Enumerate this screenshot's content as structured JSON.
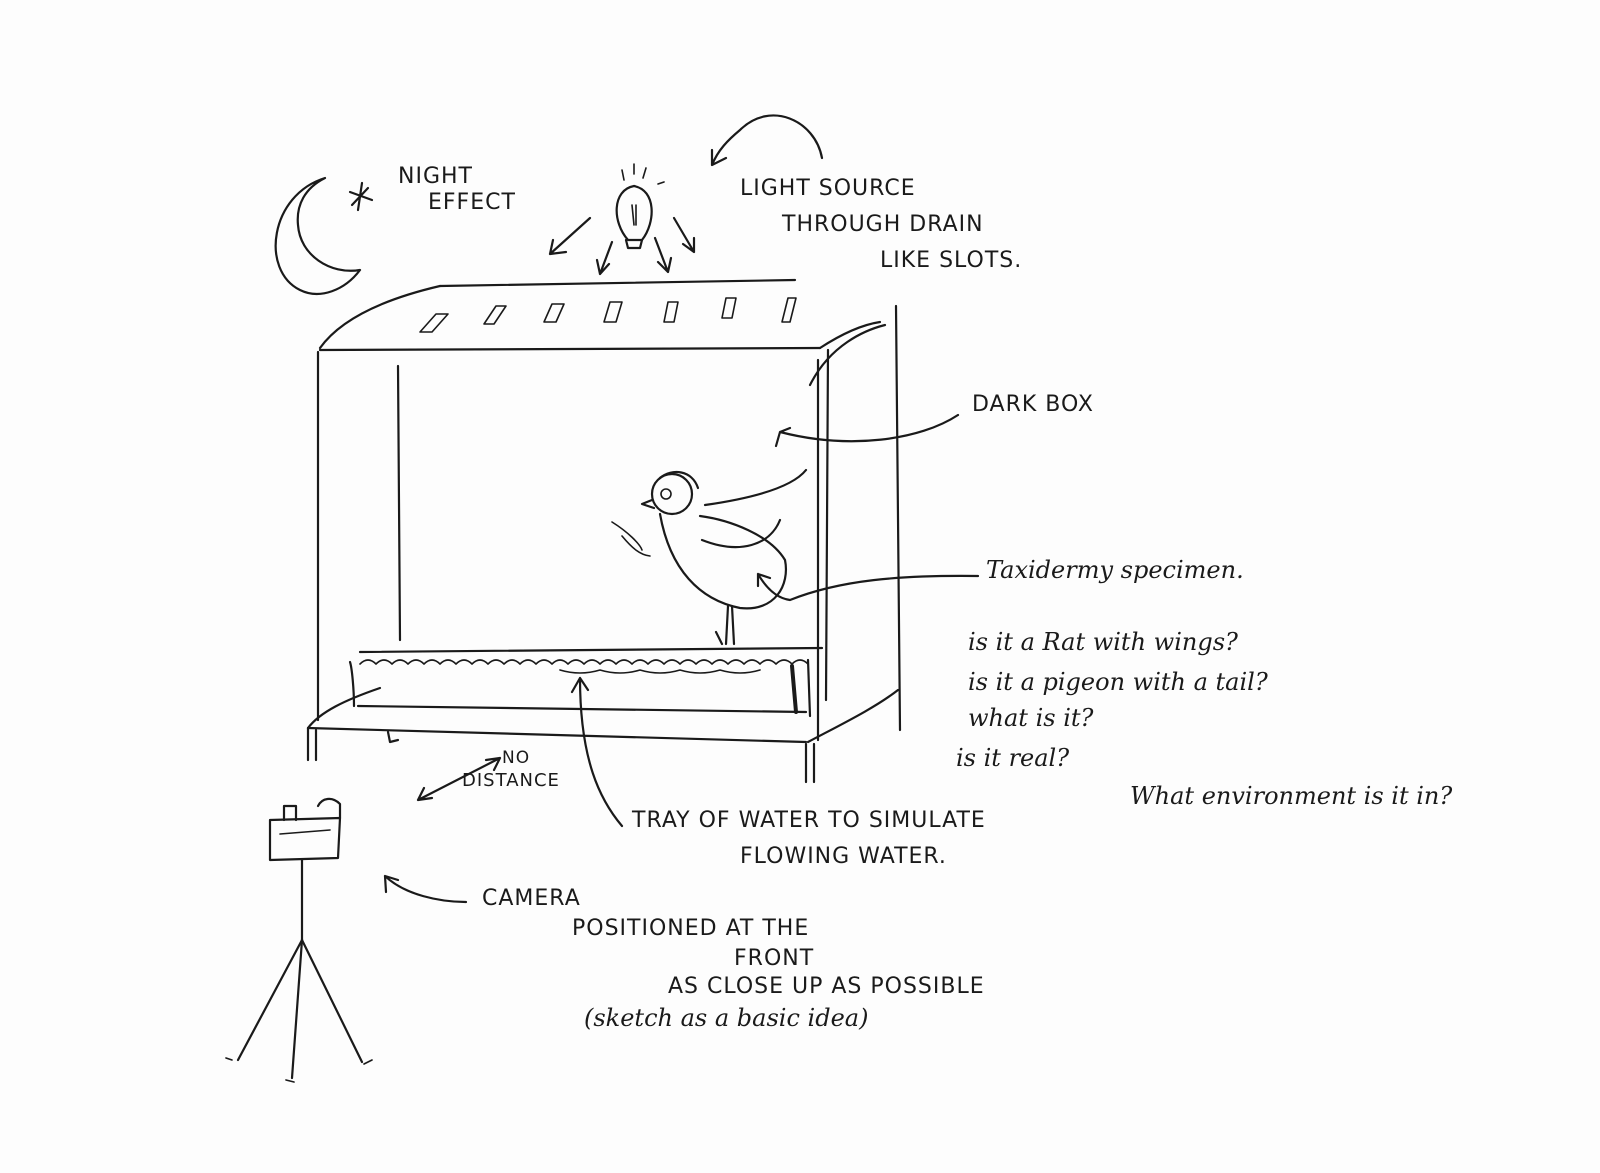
{
  "annotations": {
    "night_effect": [
      "NIGHT",
      "EFFECT"
    ],
    "light_source": [
      "LIGHT SOURCE",
      "THROUGH DRAIN",
      "LIKE SLOTS."
    ],
    "dark_box": "DARK BOX",
    "taxidermy": "Taxidermy specimen.",
    "questions": [
      "is it a Rat with wings?",
      "is it a pigeon with a tail?",
      "what is it?",
      "is it real?",
      "What environment is it in?"
    ],
    "no_distance": [
      "NO",
      "DISTANCE"
    ],
    "tray": [
      "TRAY OF WATER TO SIMULATE",
      "FLOWING WATER."
    ],
    "camera": [
      "CAMERA",
      "POSITIONED AT THE",
      "FRONT",
      "AS CLOSE UP AS POSSIBLE",
      "(sketch as a basic idea)"
    ]
  },
  "colors": {
    "ink": "#1a1a1a",
    "paper": "#fdfdfd"
  },
  "icons": [
    "moon-icon",
    "star-icon",
    "light-bulb-icon",
    "camera-icon",
    "tripod-icon",
    "bird-icon"
  ]
}
